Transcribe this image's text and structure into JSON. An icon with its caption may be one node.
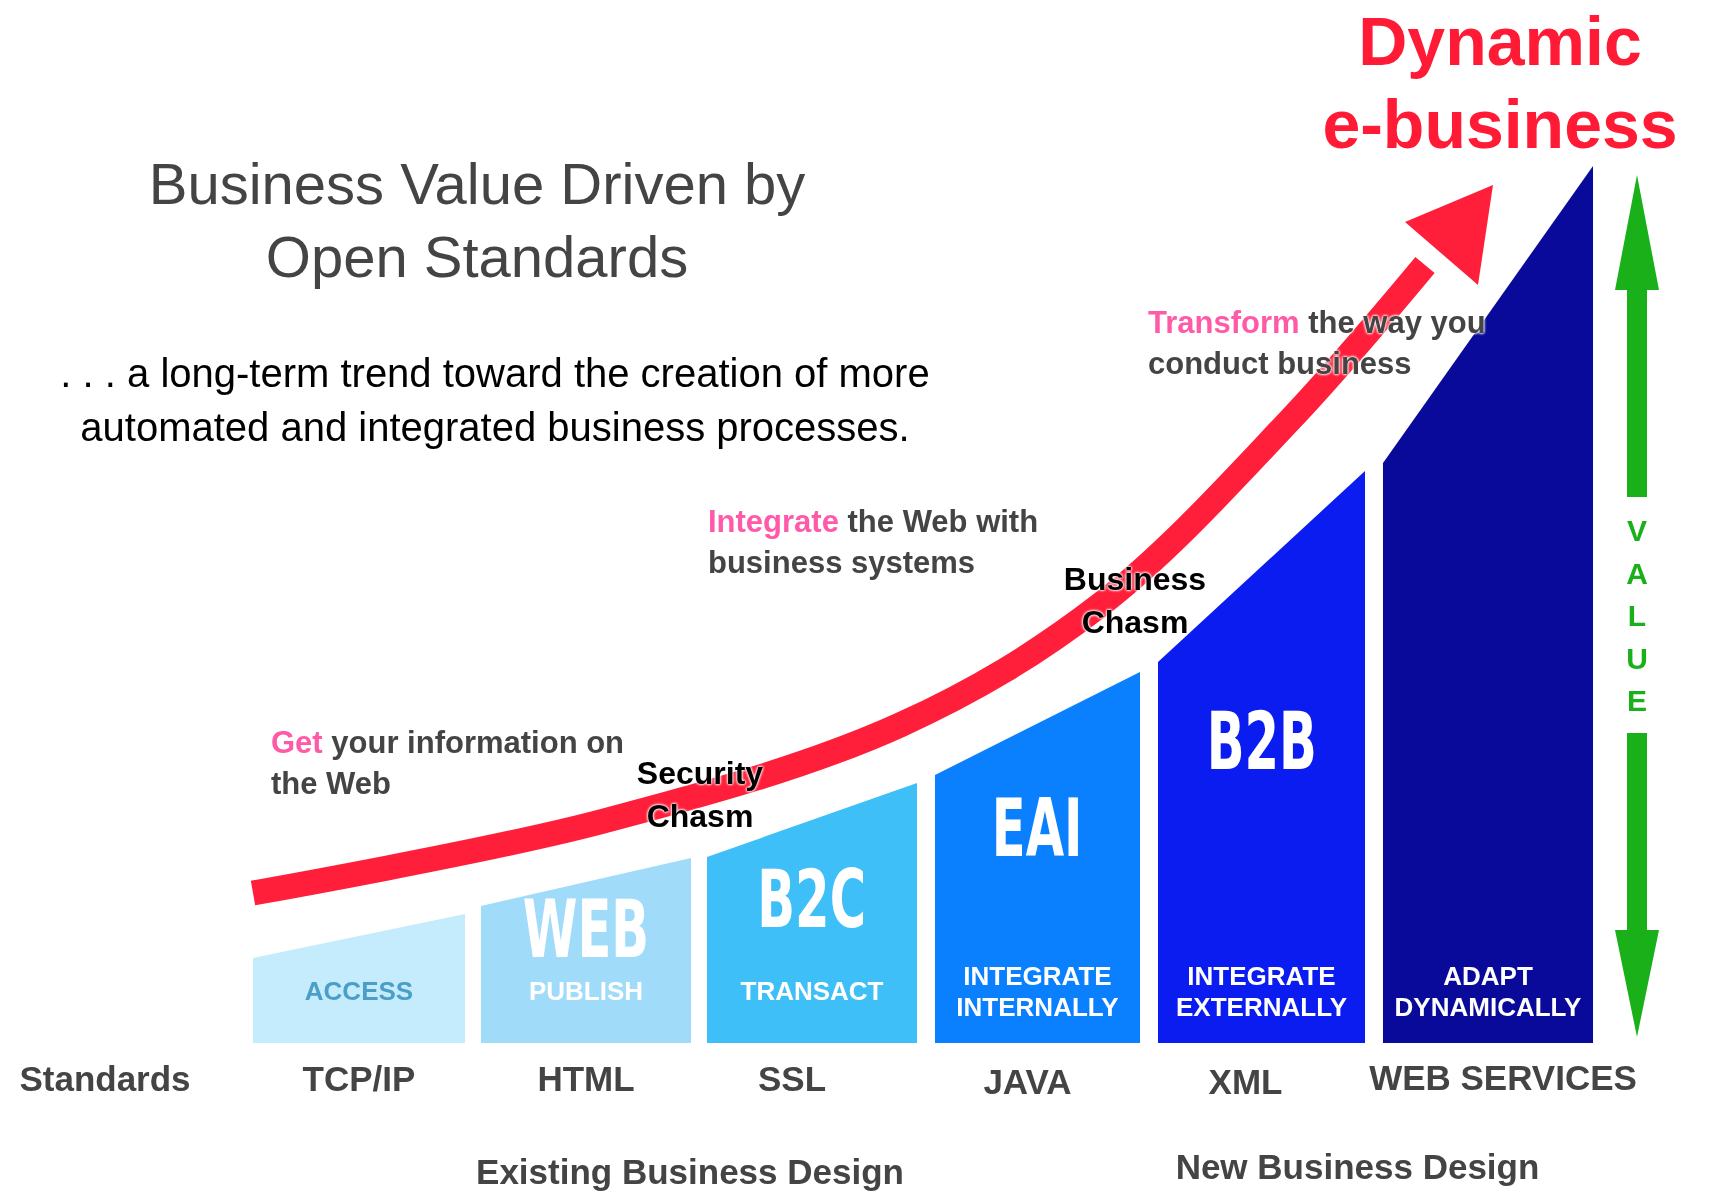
{
  "diagram": {
    "title": "Business Value Driven by Open Standards",
    "nodes": [
      {
        "text": [
          "ACCESS"
        ]
      },
      {
        "text": [
          "WEB",
          "PUBLISH"
        ]
      },
      {
        "text": [
          "B2C",
          "TRANSACT"
        ]
      },
      {
        "text": [
          "EAI",
          "INTEGRATE INTERNALLY"
        ]
      },
      {
        "text": [
          "B2B",
          "INTEGRATE EXTERNALLY"
        ]
      },
      {
        "text": [
          "ADAPT DYNAMICALLY"
        ]
      }
    ],
    "labels": [
      "Dynamic e-business",
      ". . . a long-term trend toward the creation of more automated and integrated business processes.",
      "**Get** your information on the Web",
      "Security Chasm",
      "**Integrate** the Web with business systems",
      "Business Chasm",
      "**Transform** the way you conduct business",
      "VALUE",
      "Standards",
      "TCP/IP",
      "HTML",
      "SSL",
      "JAVA",
      "XML",
      "WEB SERVICES",
      "Existing Business Design",
      "New Business Design"
    ]
  }
}
